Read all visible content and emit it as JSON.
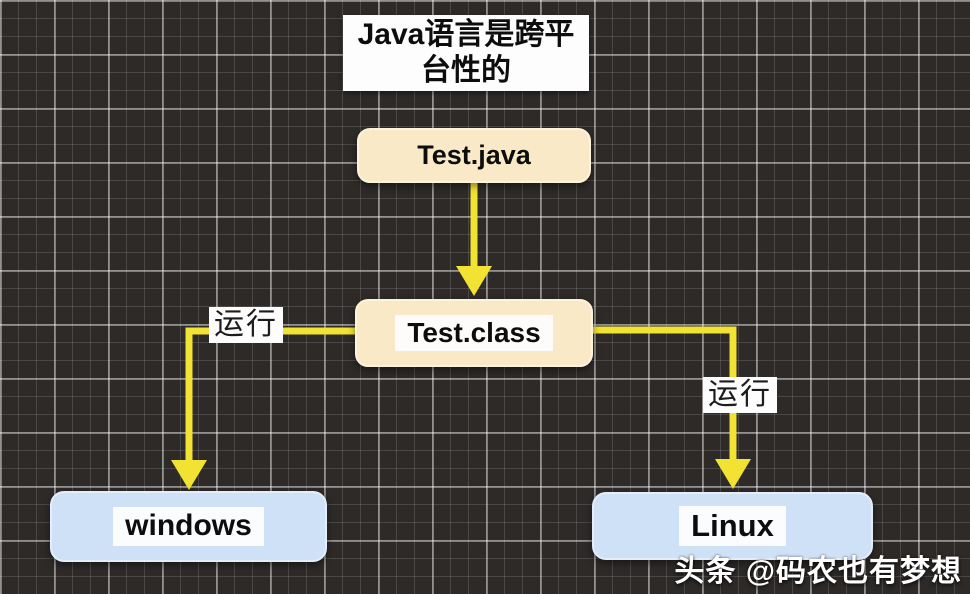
{
  "diagram": {
    "title": {
      "text": "Java语言是跨平台性的",
      "lines": [
        "Java语言是跨平",
        "台性的"
      ]
    },
    "nodes": [
      {
        "id": "test-java",
        "label": "Test.java",
        "fill": "#fae9c6"
      },
      {
        "id": "test-class",
        "label": "Test.class",
        "fill": "#fae9c6"
      },
      {
        "id": "windows",
        "label": "windows",
        "fill": "#cfe1f6"
      },
      {
        "id": "linux",
        "label": "Linux",
        "fill": "#cfe1f6"
      }
    ],
    "edges": [
      {
        "from": "test-java",
        "to": "test-class",
        "label": ""
      },
      {
        "from": "test-class",
        "to": "windows",
        "label": "运行"
      },
      {
        "from": "test-class",
        "to": "linux",
        "label": "运行"
      }
    ],
    "colors": {
      "arrow": "#f2e232",
      "background": "#2d2a28",
      "grid_minor": "#4c4947",
      "grid_major": "#908e8b",
      "node_cream": "#fae9c6",
      "node_blue": "#cfe1f6",
      "label_bg": "#fdfdfd",
      "title_bg": "#fdfdfd"
    },
    "watermark": {
      "text": "头条 @码农也有梦想"
    }
  }
}
